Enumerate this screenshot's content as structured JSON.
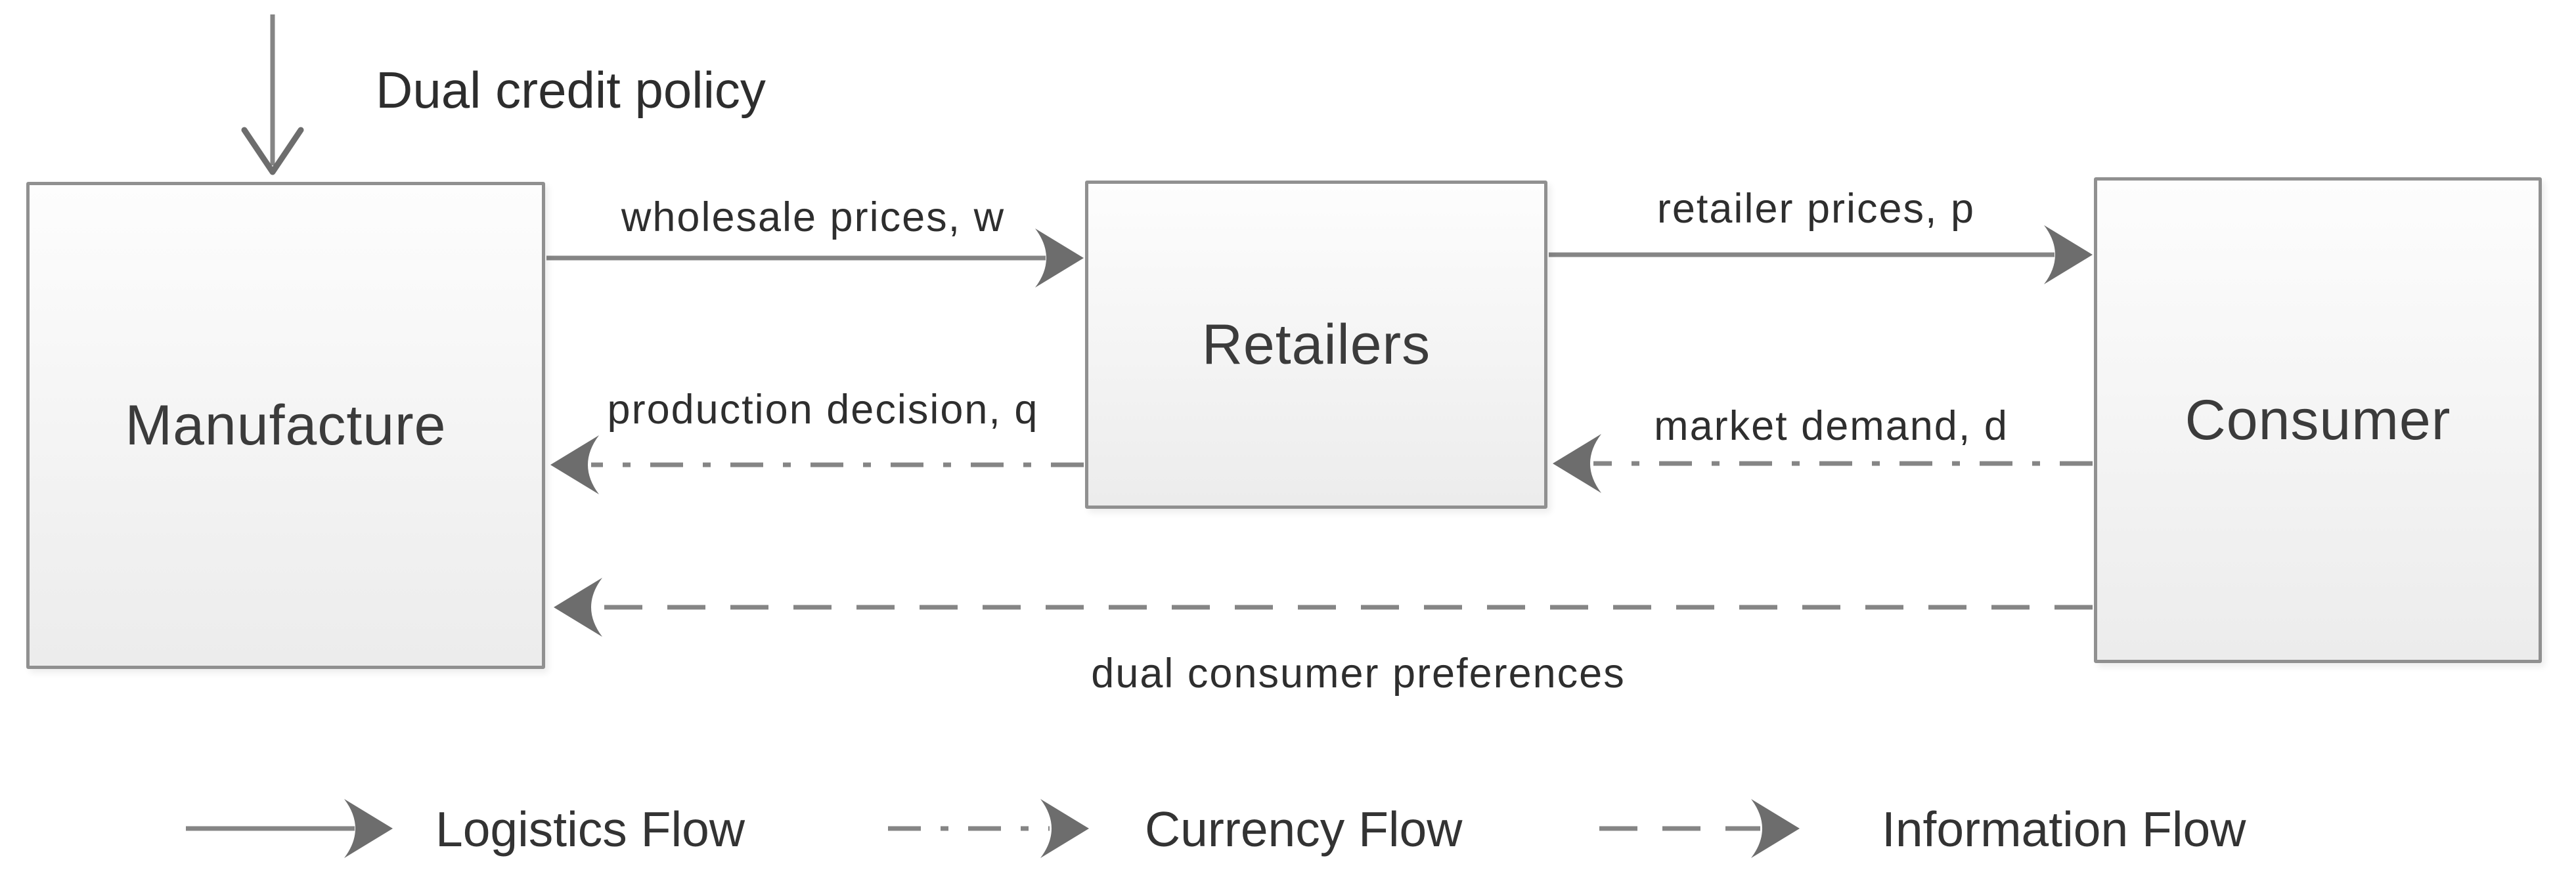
{
  "diagram": {
    "policy_label": "Dual credit policy",
    "nodes": [
      {
        "id": "manufacture",
        "label": "Manufacture"
      },
      {
        "id": "retailers",
        "label": "Retailers"
      },
      {
        "id": "consumer",
        "label": "Consumer"
      }
    ],
    "edges": [
      {
        "label": "wholesale prices, w",
        "type": "logistics",
        "from": "Manufacture",
        "to": "Retailers"
      },
      {
        "label": "retailer prices, p",
        "type": "logistics",
        "from": "Retailers",
        "to": "Consumer"
      },
      {
        "label": "production decision, q",
        "type": "currency",
        "from": "Retailers",
        "to": "Manufacture"
      },
      {
        "label": "market demand, d",
        "type": "currency",
        "from": "Consumer",
        "to": "Retailers"
      },
      {
        "label": "dual consumer preferences",
        "type": "information",
        "from": "Consumer",
        "to": "Manufacture"
      }
    ],
    "legend": [
      {
        "style": "solid",
        "label": "Logistics Flow"
      },
      {
        "style": "dash-dot",
        "label": "Currency Flow"
      },
      {
        "style": "dashed",
        "label": "Information Flow"
      }
    ],
    "colors": {
      "line": "#858585",
      "arrowhead": "#6d6d6d",
      "border": "#909090",
      "fillTop": "#fdfdfd",
      "fillBottom": "#ececec",
      "text": "#3b3b3b"
    }
  }
}
